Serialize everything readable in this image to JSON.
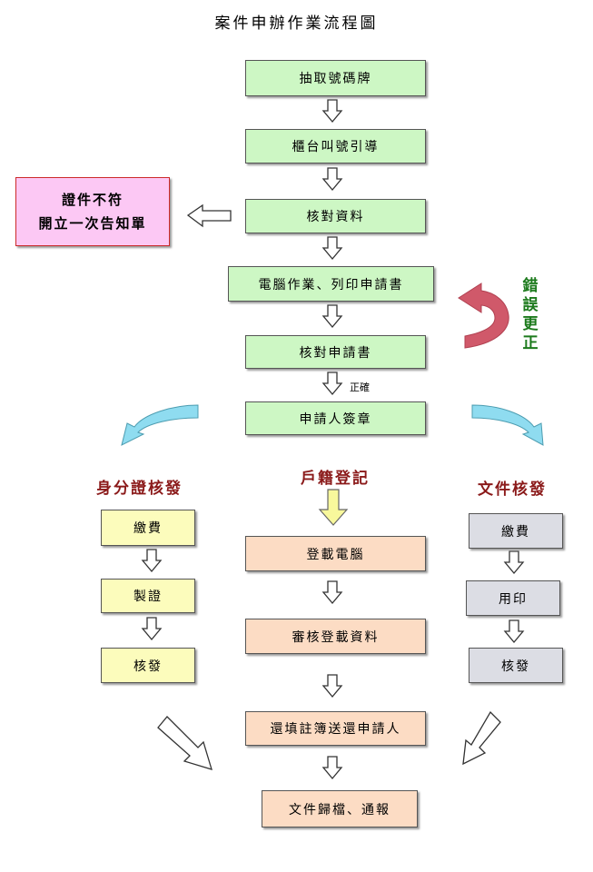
{
  "title": "案件申辦作業流程圖",
  "main_flow": {
    "step1": "抽取號碼牌",
    "step2": "櫃台叫號引導",
    "step3": "核對資料",
    "step4": "電腦作業、列印申請書",
    "step5": "核對申請書",
    "step6": "申請人簽章",
    "correct_label": "正確"
  },
  "reject_box": {
    "line1": "證件不符",
    "line2": "開立一次告知單"
  },
  "correction_label": [
    "錯",
    "誤",
    "更",
    "正"
  ],
  "branches": {
    "id_card": {
      "heading": "身分證核發",
      "steps": [
        "繳費",
        "製證",
        "核發"
      ]
    },
    "household": {
      "heading": "戶籍登記",
      "steps": [
        "登載電腦",
        "審核登載資料",
        "還填註簿送還申請人",
        "文件歸檔、通報"
      ]
    },
    "document": {
      "heading": "文件核發",
      "steps": [
        "繳費",
        "用印",
        "核發"
      ]
    }
  },
  "colors": {
    "main_fill": "#cdf7c4",
    "reject_fill": "#fcc8f4",
    "reject_border": "#cc2a2a",
    "id_fill": "#fcfcbc",
    "household_fill": "#fcdcc4",
    "document_fill": "#dcdde4",
    "heading_text": "#8b1a1a",
    "correction_text": "#1c7a1c",
    "curve_red": "#d0596a",
    "curve_cyan": "#8fdcf0",
    "arrow_yellow": "#f8f89c"
  }
}
